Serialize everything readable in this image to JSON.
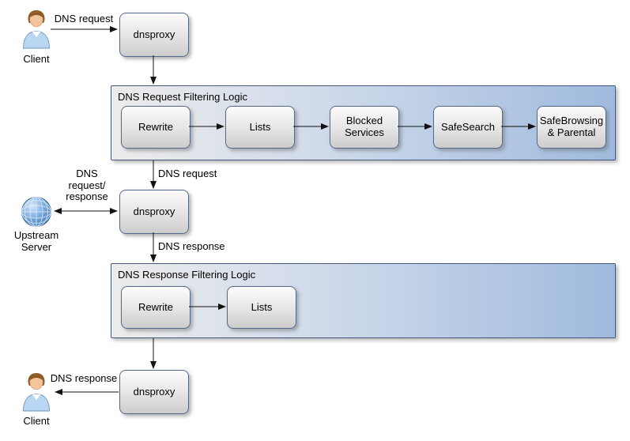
{
  "diagram": {
    "containers": {
      "request": {
        "title": "DNS Request Filtering Logic"
      },
      "response": {
        "title": "DNS Response Filtering Logic"
      }
    },
    "nodes": {
      "dnsproxy_top": "dnsproxy",
      "dnsproxy_mid": "dnsproxy",
      "dnsproxy_bottom": "dnsproxy",
      "rewrite_req": "Rewrite",
      "lists_req": "Lists",
      "blocked_services": "Blocked\nServices",
      "safesearch": "SafeSearch",
      "safebrowsing_parental": "SafeBrowsing\n& Parental",
      "rewrite_resp": "Rewrite",
      "lists_resp": "Lists"
    },
    "actors": {
      "client_top": "Client",
      "upstream_server": "Upstream\nServer",
      "client_bottom": "Client"
    },
    "edge_labels": {
      "dns_request_top": "DNS request",
      "dns_request_mid": "DNS request",
      "dns_request_response": "DNS\nrequest/\nresponse",
      "dns_response_mid": "DNS response",
      "dns_response_bottom": "DNS response"
    },
    "colors": {
      "node_border": "#56688a",
      "node_fill_top": "#fcfcfc",
      "node_fill_bottom": "#cdcdcd",
      "container_border": "#46597a",
      "container_fill_left": "#ececec",
      "container_fill_right": "#9fbade",
      "arrow": "#111111",
      "canvas": "#ffffff"
    }
  }
}
